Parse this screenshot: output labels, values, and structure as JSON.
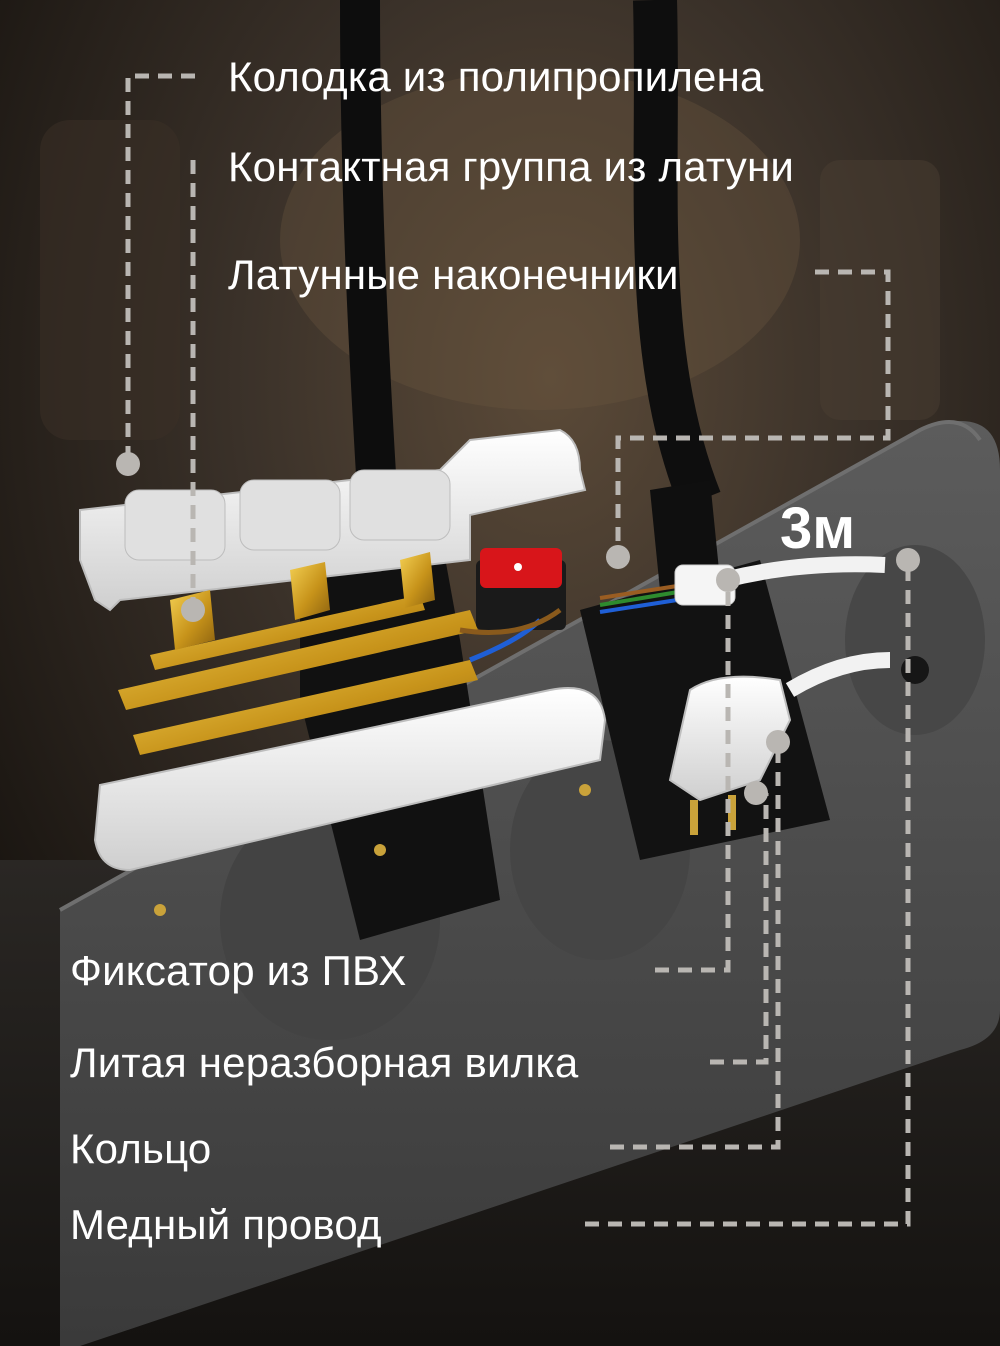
{
  "callouts_top": [
    "Колодка из полипропилена",
    "Контактная группа из латуни",
    "Латунные наконечники"
  ],
  "length_badge": "3м",
  "callouts_bottom": [
    "Фиксатор из ПВХ",
    "Литая неразборная вилка",
    "Кольцо",
    "Медный провод"
  ],
  "colors": {
    "background": "#2a241f",
    "leader_line": "#b9b6b2",
    "text": "#ffffff",
    "power_strip": "#4a4a4a",
    "housing_white": "#eeeeee",
    "brass": "#d9a91a",
    "switch_red": "#d8151a"
  }
}
